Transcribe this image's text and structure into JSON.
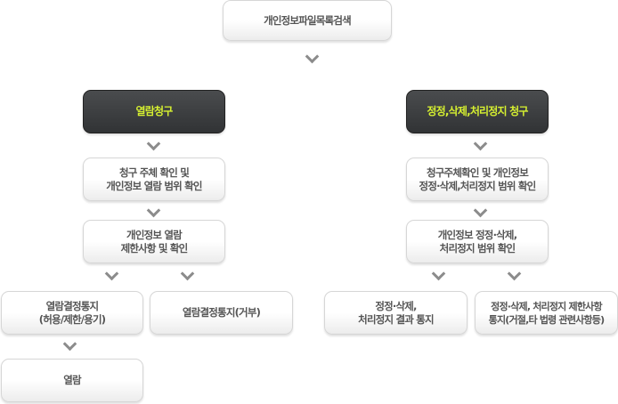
{
  "top": "개인정보파일목록검색",
  "left": {
    "header": "열람청구",
    "step1": "청구 주체 확인 및\n개인정보 열람 범위 확인",
    "step2": "개인정보 열람\n제한사항 및 확인",
    "result_a": "열람결정통지\n(허용/제한/용기)",
    "result_b": "열람결정통지(거부)",
    "final": "열람"
  },
  "right": {
    "header": "정정,삭제,처리정지 청구",
    "step1": "청구주체확인 및 개인정보\n정정·삭제,처리정지 범위 확인",
    "step2": "개인정보 정정·삭제,\n처리정지 범위 확인",
    "result_a": "정정·삭제,\n처리정지 결과 통지",
    "result_b": "정정·삭제, 처리정지 제한사항\n통지(거절,타 법령 관련사항등)"
  }
}
